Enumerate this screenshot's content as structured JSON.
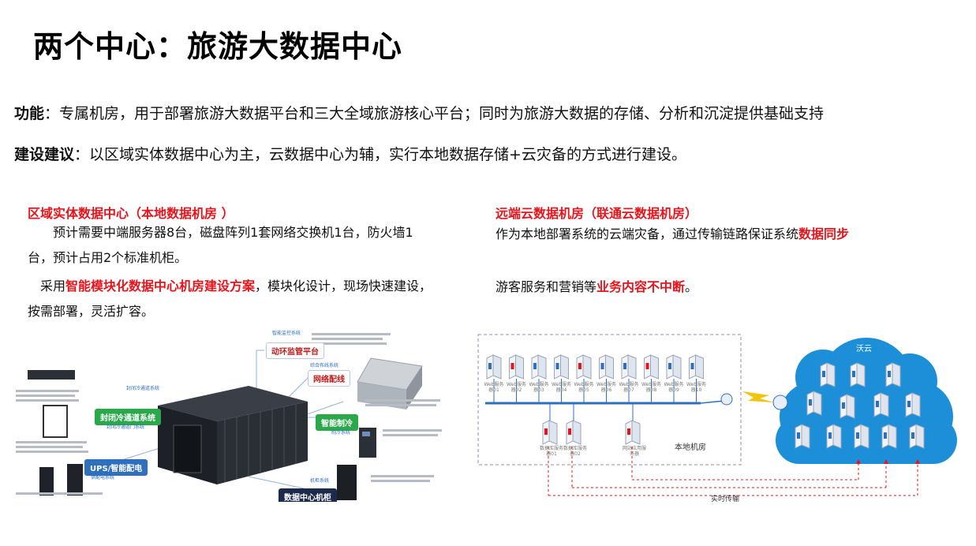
{
  "title": "两个中心：旅游大数据中心",
  "function_line": {
    "label": "功能",
    "text": "：专属机房，用于部署旅游大数据平台和三大全域旅游核心平台；同时为旅游大数据的存储、分析和沉淀提供基础支持"
  },
  "build_line": {
    "label": "建设建议",
    "text": "：以区域实体数据中心为主，云数据中心为辅，实行本地数据存储+云灾备的方式进行建设。"
  },
  "left": {
    "heading": "区域实体数据中心（本地数据机房    ）",
    "p1": "预计需要中端服务器8台，磁盘阵列1套网络交换机1台，防火墙1台，预计占用2个标准机柜。",
    "p2_prefix": "采用",
    "p2_highlight": "智能模块化数据中心机房建设方案",
    "p2_suffix": "，模块化设计，现场快速建设，按需部署，灵活扩容。",
    "figure": {
      "labels": {
        "env": "动环监管平台",
        "cabling": "网络配线",
        "cooling": "智能制冷",
        "aisle": "封闭冷通道系统",
        "ups": "UPS/智能配电",
        "cabinet": "数据中心机柜"
      },
      "small_labels": {
        "env_sys": "智能监控系统",
        "cabling_sys": "综合布线系统",
        "cooling_sys": "制冷系统",
        "aisle_sys": "封闭冷通道系统",
        "aisle_door": "封闭冷通道门系统",
        "power_sys": "供配电系统",
        "cabinet_sys": "机柜系统"
      }
    }
  },
  "right": {
    "heading": "远端云数据机房（联通云数据机房）",
    "p1_prefix": "作为本地部署系统的云端灾备，通过传输链路保证系统",
    "p1_highlight": "数据同步",
    "p2_prefix": "游客服务和营销等",
    "p2_highlight": "业务内容不中断",
    "p2_suffix": "。",
    "diagram": {
      "cloud_label": "沃云",
      "local_label": "本地机房",
      "transfer_label": "实时传输",
      "servers": [
        "Web服务器01",
        "Web服务器02",
        "Web服务器03",
        "Web服务器04",
        "Web服务器05",
        "Web服务器06",
        "Web服务器07",
        "Web服务器08",
        "Web服务器09",
        "Web服务器10"
      ],
      "lower_servers": [
        "数据库服务器01",
        "数据库服务器02",
        "网站应用服务器"
      ]
    }
  },
  "colors": {
    "accent_red": "#e8141b",
    "cloud_blue": "#1d8fd8",
    "network_blue": "#2f6fbf"
  }
}
